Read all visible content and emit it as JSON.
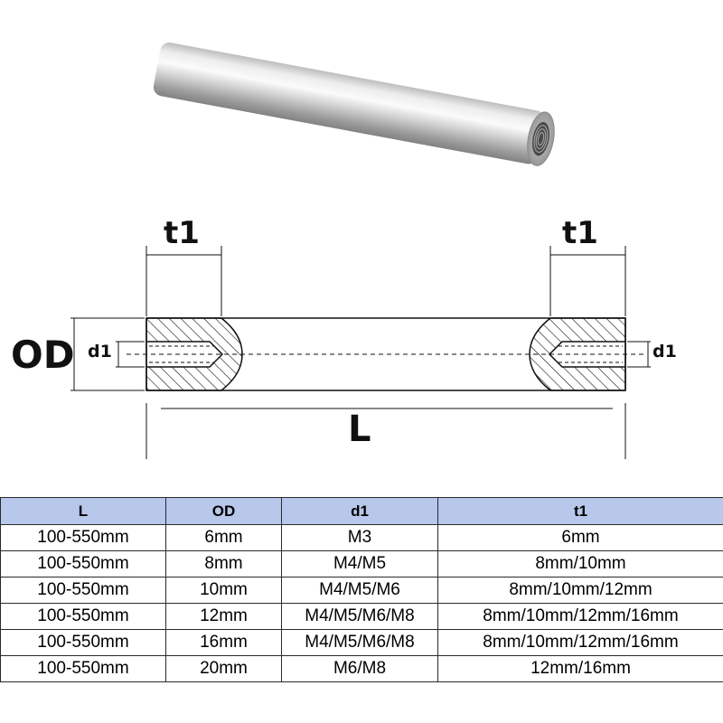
{
  "drawing": {
    "t1_left": "t1",
    "t1_right": "t1",
    "od": "OD",
    "d1_left": "d1",
    "d1_right": "d1",
    "length": "L"
  },
  "table": {
    "headers": [
      "L",
      "OD",
      "d1",
      "t1"
    ],
    "rows": [
      [
        "100-550mm",
        "6mm",
        "M3",
        "6mm"
      ],
      [
        "100-550mm",
        "8mm",
        "M4/M5",
        "8mm/10mm"
      ],
      [
        "100-550mm",
        "10mm",
        "M4/M5/M6",
        "8mm/10mm/12mm"
      ],
      [
        "100-550mm",
        "12mm",
        "M4/M5/M6/M8",
        "8mm/10mm/12mm/16mm"
      ],
      [
        "100-550mm",
        "16mm",
        "M4/M5/M6/M8",
        "8mm/10mm/12mm/16mm"
      ],
      [
        "100-550mm",
        "20mm",
        "M6/M8",
        "12mm/16mm"
      ]
    ]
  },
  "colors": {
    "header_bg": "#b7c8ea",
    "line": "#2a2a2a"
  }
}
